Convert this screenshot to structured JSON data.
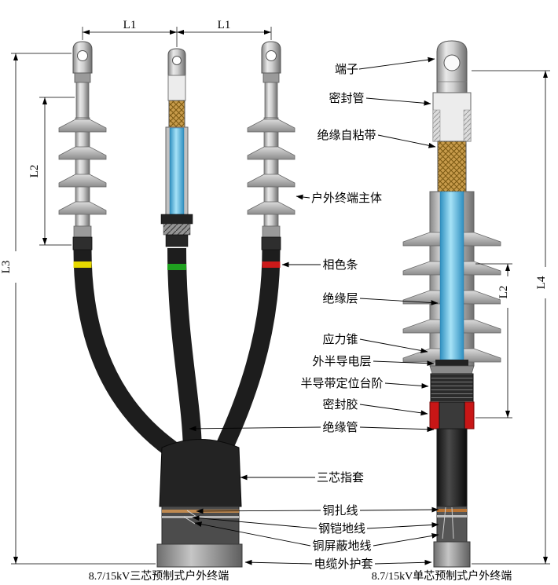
{
  "captions": {
    "three_core": "8.7/15kV三芯预制式户外终端",
    "single_core": "8.7/15kV单芯预制式户外终端"
  },
  "dimensions": {
    "l1_left": "L1",
    "l1_right": "L1",
    "l2_three_core": "L2",
    "l3": "L3",
    "l2_single_core": "L2",
    "l4": "L4"
  },
  "part_labels": {
    "terminal_lug": "端子",
    "sealing_tube": "密封管",
    "insulating_self_adhesive_tape": "绝缘自粘带",
    "outdoor_terminal_body": "户外终端主体",
    "phase_color_strip": "相色条",
    "insulation_layer": "绝缘层",
    "stress_cone": "应力锥",
    "outer_semiconductive_layer": "外半导电层",
    "semiconductive_tape_positioning_step": "半导带定位台阶",
    "sealant": "密封胶",
    "insulating_tube": "绝缘管",
    "three_core_finger_sleeve": "三芯指套",
    "copper_binding_wire": "铜扎线",
    "steel_armor_ground_wire": "钢铠地线",
    "copper_shield_ground_wire": "铜屏蔽地线",
    "cable_outer_sheath": "电缆外护套"
  },
  "colors": {
    "insulation_blue": "#3aa7d9",
    "tape_tan": "#c79b4b",
    "sealant_red": "#c81616",
    "phase_yellow": "#e6d800",
    "phase_green": "#1fa01f",
    "phase_red": "#cc1a1a"
  }
}
